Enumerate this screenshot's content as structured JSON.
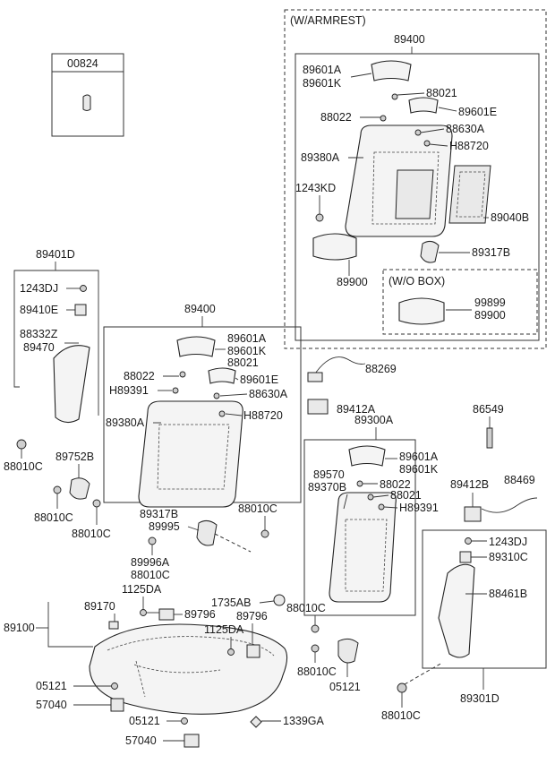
{
  "callouts": {
    "armrest_title": "(W/ARMREST)",
    "wo_box_title": "(W/O BOX)",
    "box_00824": "00824",
    "a_89400": "89400",
    "a_89601A": "89601A",
    "a_89601K": "89601K",
    "a_88021": "88021",
    "a_88022": "88022",
    "a_89601E": "89601E",
    "a_88630A": "88630A",
    "a_H88720": "H88720",
    "a_89380A": "89380A",
    "a_1243KD": "1243KD",
    "a_89040B": "89040B",
    "a_89317B": "89317B",
    "a_89900": "89900",
    "wo_99899": "99899",
    "wo_89900": "89900",
    "l_89401D": "89401D",
    "l_1243DJ": "1243DJ",
    "l_89410E": "89410E",
    "l_88332Z": "88332Z",
    "l_89470": "89470",
    "l_88010C": "88010C",
    "m_89400": "89400",
    "m_89601A": "89601A",
    "m_89601K": "89601K",
    "m_88021": "88021",
    "m_88022": "88022",
    "m_H89391": "H89391",
    "m_89601E": "89601E",
    "m_88630A": "88630A",
    "m_89380A": "89380A",
    "m_H88720": "H88720",
    "m_89317B": "89317B",
    "m_89995": "89995",
    "m_89996A": "89996A",
    "m_88010C_a": "88010C",
    "m_88010C_b": "88010C",
    "c_88269": "88269",
    "c_89412A": "89412A",
    "r_89300A": "89300A",
    "r_89601A": "89601A",
    "r_89601K": "89601K",
    "r_89570": "89570",
    "r_89370B": "89370B",
    "r_88022": "88022",
    "r_88021": "88021",
    "r_H89391": "H89391",
    "fr_86549": "86549",
    "fr_89412B": "89412B",
    "fr_88469": "88469",
    "fr_1243DJ": "1243DJ",
    "fr_89310C": "89310C",
    "fr_88461B": "88461B",
    "fr_88010C": "88010C",
    "fr_89301D": "89301D",
    "b_89752B": "89752B",
    "b_88010C_a": "88010C",
    "b_88010C_b": "88010C",
    "c_1125DA": "1125DA",
    "c_89796_a": "89796",
    "c_1735AB": "1735AB",
    "c_89796_b": "89796",
    "c_1125DA_b": "1125DA",
    "c_88010C_a": "88010C",
    "c_88010C_b": "88010C",
    "c_05121_r": "05121",
    "c_89170": "89170",
    "c_89100": "89100",
    "c_05121_a": "05121",
    "c_57040_a": "57040",
    "c_05121_b": "05121",
    "c_57040_b": "57040",
    "c_1339GA": "1339GA"
  }
}
